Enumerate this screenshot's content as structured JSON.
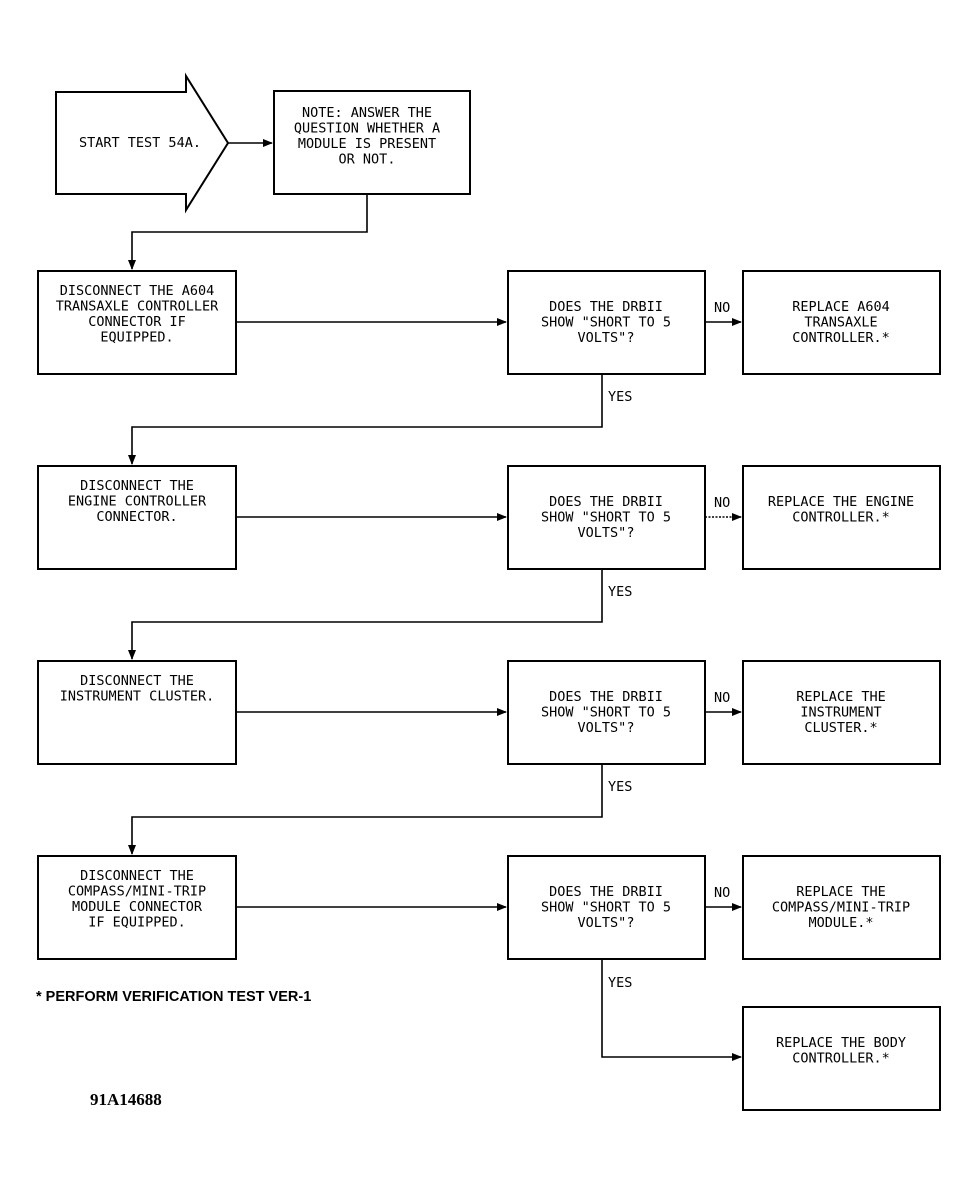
{
  "start": {
    "lines": [
      "START TEST 54A."
    ]
  },
  "note": {
    "lines": [
      "NOTE: ANSWER THE",
      "QUESTION WHETHER A",
      "MODULE IS PRESENT",
      "OR NOT."
    ]
  },
  "steps": [
    {
      "action": [
        "DISCONNECT THE A604",
        "TRANSAXLE CONTROLLER",
        "CONNECTOR IF",
        "EQUIPPED."
      ],
      "question": [
        "DOES THE DRBII",
        "SHOW \"SHORT TO 5",
        "VOLTS\"?"
      ],
      "no_label": "NO",
      "result": [
        "REPLACE A604",
        "TRANSAXLE",
        "CONTROLLER.*"
      ],
      "yes_label": "YES"
    },
    {
      "action": [
        "DISCONNECT THE",
        "ENGINE CONTROLLER",
        "CONNECTOR."
      ],
      "question": [
        "DOES THE DRBII",
        "SHOW \"SHORT TO 5",
        "VOLTS\"?"
      ],
      "no_label": "NO",
      "result": [
        "REPLACE THE ENGINE",
        "CONTROLLER.*"
      ],
      "yes_label": "YES"
    },
    {
      "action": [
        "DISCONNECT THE",
        "INSTRUMENT CLUSTER."
      ],
      "question": [
        "DOES THE DRBII",
        "SHOW \"SHORT TO 5",
        "VOLTS\"?"
      ],
      "no_label": "NO",
      "result": [
        "REPLACE THE",
        "INSTRUMENT",
        "CLUSTER.*"
      ],
      "yes_label": "YES"
    },
    {
      "action": [
        "DISCONNECT THE",
        "COMPASS/MINI-TRIP",
        "MODULE CONNECTOR",
        "IF EQUIPPED."
      ],
      "question": [
        "DOES THE DRBII",
        "SHOW \"SHORT TO 5",
        "VOLTS\"?"
      ],
      "no_label": "NO",
      "result": [
        "REPLACE THE",
        "COMPASS/MINI-TRIP",
        "MODULE.*"
      ],
      "yes_label": "YES"
    }
  ],
  "final": {
    "lines": [
      "REPLACE THE BODY",
      "CONTROLLER.*"
    ]
  },
  "footnote": "* PERFORM VERIFICATION TEST VER-1",
  "figure_id": "91A14688"
}
